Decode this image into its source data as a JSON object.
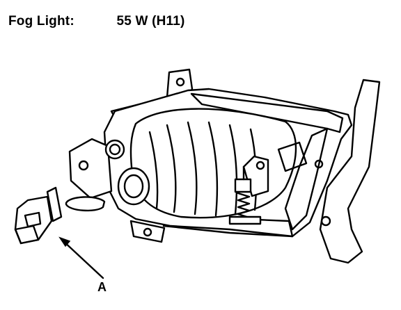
{
  "heading": {
    "label": "Fog Light:",
    "value": "55 W (H11)"
  },
  "callouts": {
    "bulb": "A"
  },
  "colors": {
    "line": "#000000",
    "background": "#ffffff"
  }
}
